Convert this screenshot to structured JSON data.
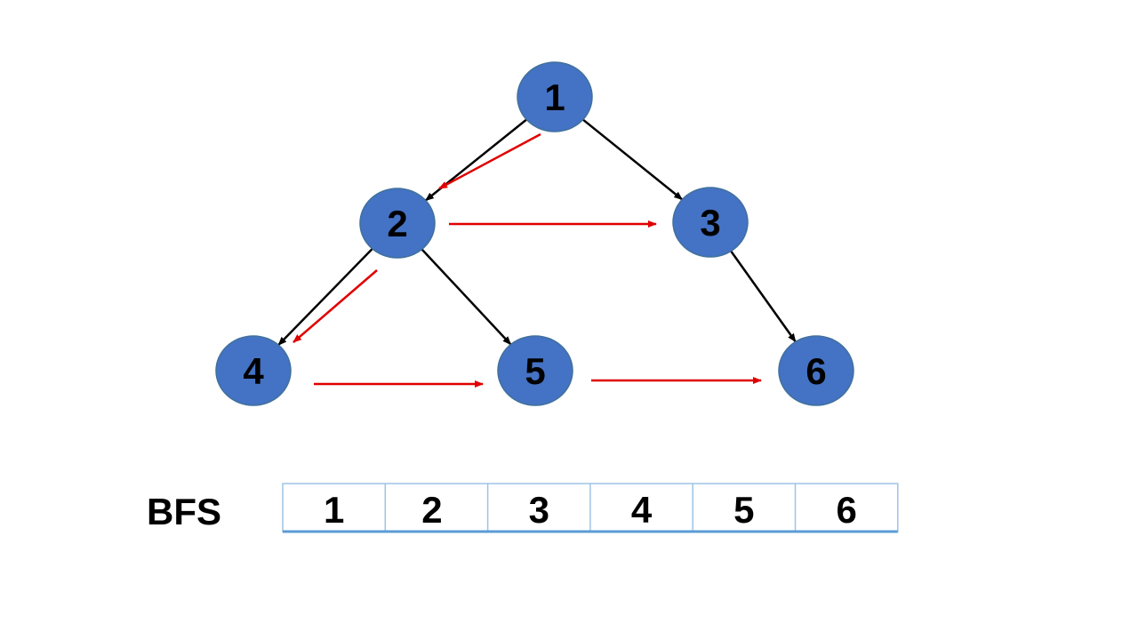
{
  "colors": {
    "node_fill": "#4472c4",
    "edge": "#000000",
    "traversal": "#e00000",
    "table_border": "#9dc3e6",
    "table_bottom": "#5b9bd5"
  },
  "nodes": [
    {
      "id": "1",
      "label": "1"
    },
    {
      "id": "2",
      "label": "2"
    },
    {
      "id": "3",
      "label": "3"
    },
    {
      "id": "4",
      "label": "4"
    },
    {
      "id": "5",
      "label": "5"
    },
    {
      "id": "6",
      "label": "6"
    }
  ],
  "edges": [
    {
      "from": "1",
      "to": "2"
    },
    {
      "from": "1",
      "to": "3"
    },
    {
      "from": "2",
      "to": "4"
    },
    {
      "from": "2",
      "to": "5"
    },
    {
      "from": "3",
      "to": "6"
    }
  ],
  "traversal": [
    {
      "from": "1",
      "to": "2"
    },
    {
      "from": "2",
      "to": "3"
    },
    {
      "from": "2",
      "to": "4"
    },
    {
      "from": "4",
      "to": "5"
    },
    {
      "from": "5",
      "to": "6"
    }
  ],
  "bfs": {
    "title": "BFS",
    "order": [
      "1",
      "2",
      "3",
      "4",
      "5",
      "6"
    ]
  }
}
